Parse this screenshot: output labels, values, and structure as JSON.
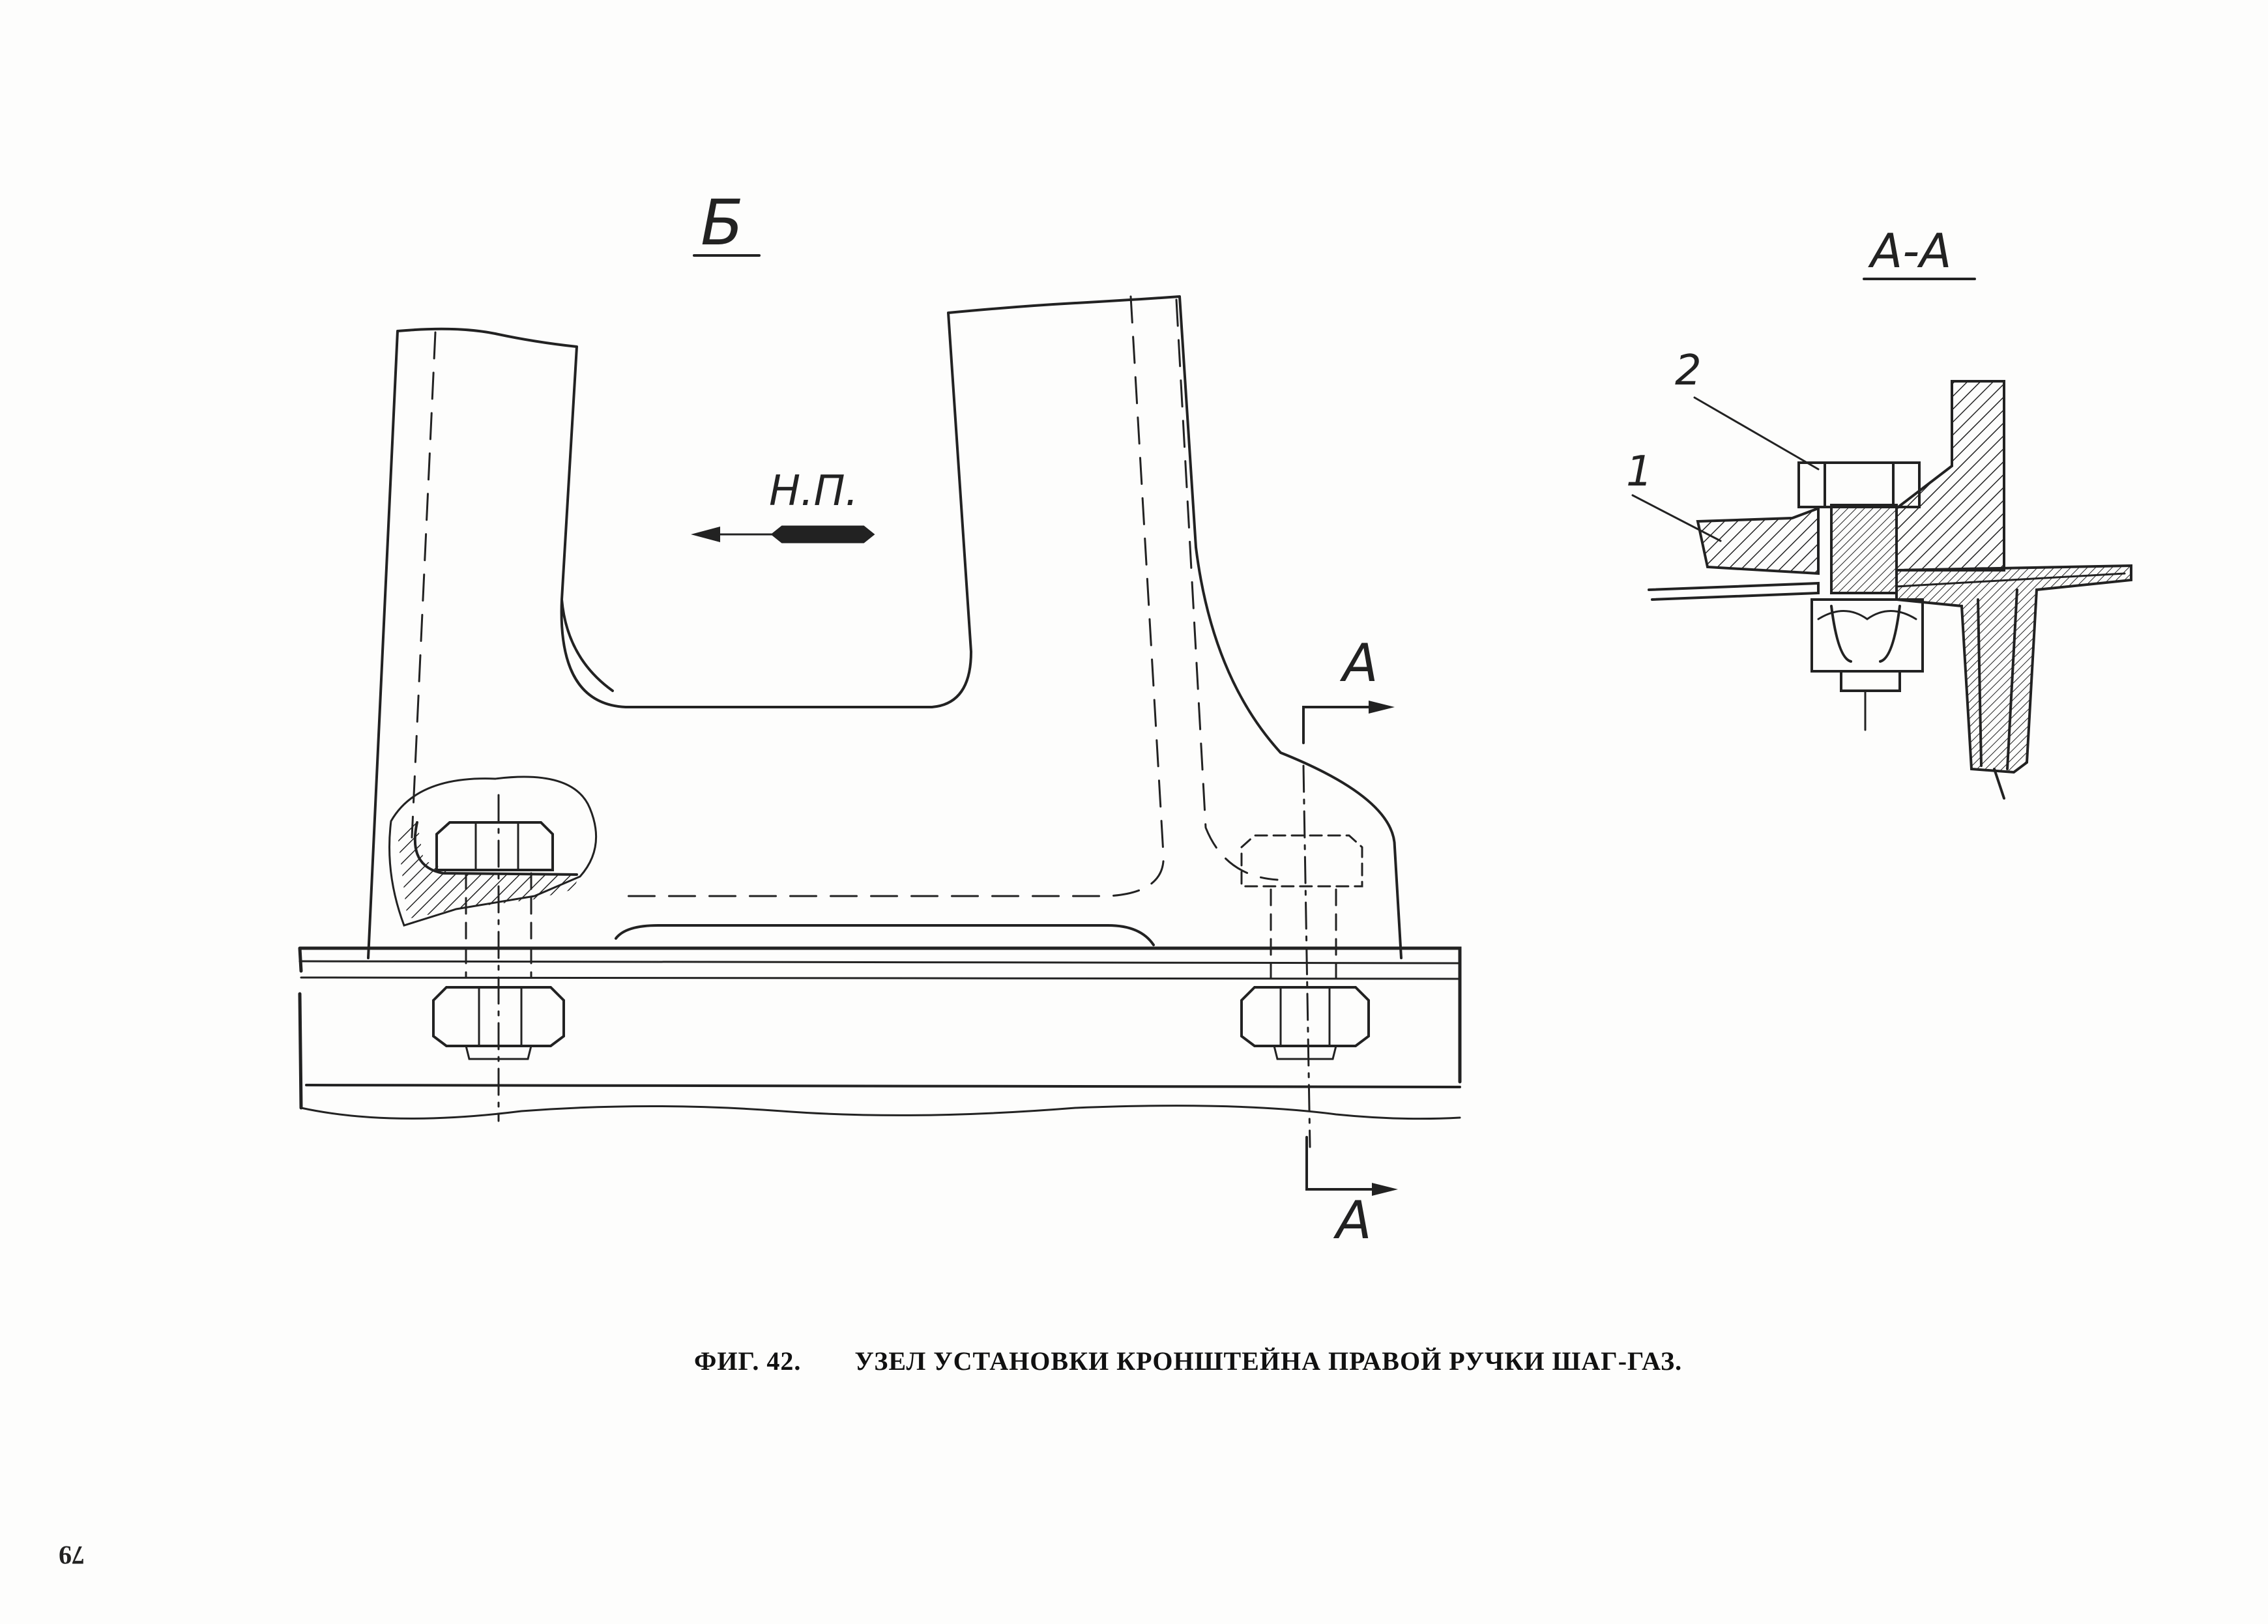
{
  "view_b_label": "Б",
  "section_label": "А-А",
  "direction_label": "Н.П.",
  "section_mark_top": "А",
  "section_mark_bottom": "А",
  "callout_1": "1",
  "callout_2": "2",
  "caption": {
    "figure": "ФИГ. 42.",
    "title": "УЗЕЛ УСТАНОВКИ КРОНШТЕЙНА ПРАВОЙ РУЧКИ ШАГ-ГАЗ."
  },
  "page_number": "79"
}
